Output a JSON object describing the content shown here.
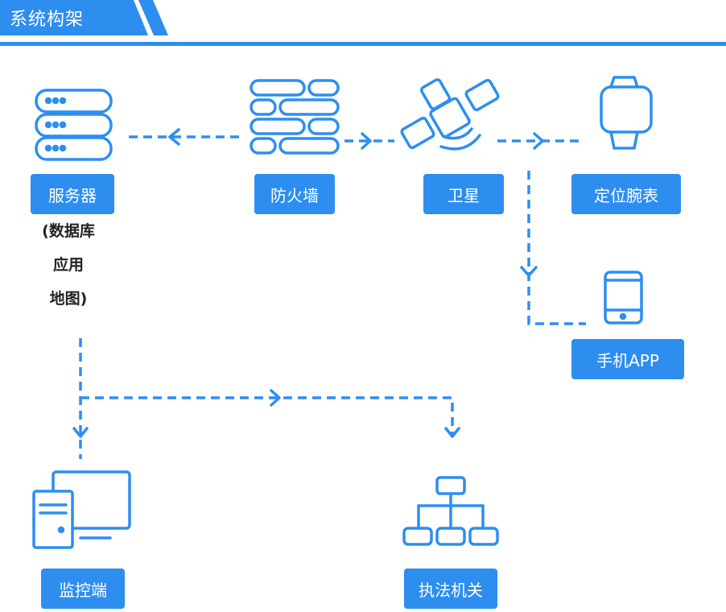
{
  "header": {
    "title": "系统构架"
  },
  "nodes": {
    "server": "服务器",
    "server_note": [
      "(数据库",
      "应用",
      "地图)"
    ],
    "firewall": "防火墙",
    "satellite": "卫星",
    "watch": "定位腕表",
    "phone": "手机APP",
    "monitor": "监控端",
    "enforcement": "执法机关"
  },
  "colors": {
    "primary": "#2d8ef0"
  }
}
